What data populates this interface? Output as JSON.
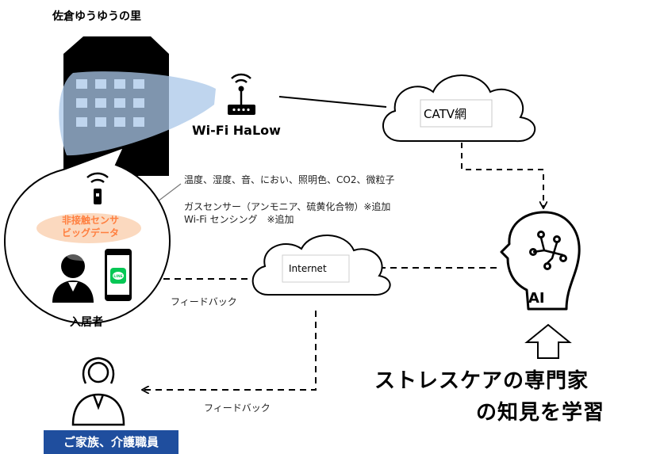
{
  "facility_name": "佐倉ゆうゆうの里",
  "network": {
    "wifi_halow": "Wi-Fi HaLow",
    "catv": "CATV網",
    "internet": "Internet"
  },
  "sensors": {
    "measurements": "温度、湿度、音、におい、照明色、CO2、微粒子",
    "gas_sensor": "ガスセンサー（アンモニア、硫黄化合物）※追加",
    "wifi_sensing": "Wi-Fi センシング　※追加"
  },
  "bubble": {
    "contactless_line1": "非接触センサ",
    "contactless_line2": "ビッグデータ",
    "resident_label": "入居者",
    "app_icon": "LINE"
  },
  "feedback": {
    "to_resident": "フィードバック",
    "to_family": "フィードバック"
  },
  "ai": {
    "label": "AI",
    "learning_line1": "ストレスケアの専門家",
    "learning_line2": "の知見を学習"
  },
  "family_label": "ご家族、介護職員",
  "colors": {
    "building": "#000000",
    "signal_beam": "#a9c7e8",
    "bubble_oval": "#fbd9bf",
    "contactless_text": "#ff7f3f",
    "line_green": "#06c755",
    "family_box": "#1f4e9e"
  },
  "icons": [
    "building-icon",
    "router-icon",
    "cloud-icon",
    "sensor-icon",
    "resident-icon",
    "smartphone-icon",
    "line-app-icon",
    "ai-head-icon",
    "up-arrow-icon",
    "family-person-icon"
  ]
}
